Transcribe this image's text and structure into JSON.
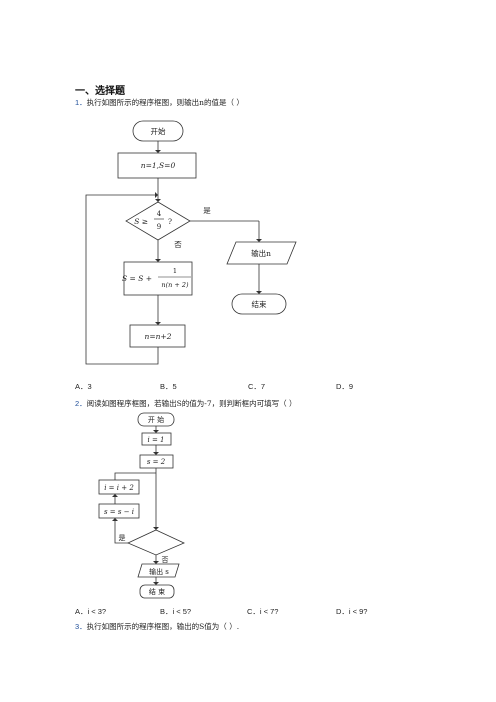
{
  "section_title": "一、选择题",
  "q1": {
    "num": "1．",
    "text": "执行如图所示的程序框图，则输出n的值是（    ）",
    "flow": {
      "start": "开始",
      "init": "n=1,S=0",
      "cond_left": "S ≥",
      "cond_num": "4",
      "cond_den": "9",
      "cond_q": "?",
      "yes": "是",
      "no": "否",
      "assign_left": "S = S +",
      "assign_num": "1",
      "assign_den": "n(n + 2)",
      "incr": "n=n+2",
      "output": "输出n",
      "end": "结束"
    },
    "options": [
      "A．3",
      "B．5",
      "C．7",
      "D．9"
    ]
  },
  "q2": {
    "num": "2．",
    "text": "阅读如图程序框图，若输出S的值为-7，则判断框内可填写（    ）",
    "flow": {
      "start": "开  始",
      "init_i": "i = 1",
      "init_s": "s = 2",
      "i_update": "i = i + 2",
      "s_update": "s = s − i",
      "yes": "是",
      "no": "否",
      "output": "输出 s",
      "end": "结  束"
    },
    "options": [
      "A．i < 3?",
      "B．i < 5?",
      "C．i < 7?",
      "D．i < 9?"
    ]
  },
  "q3": {
    "num": "3．",
    "text": "执行如图所示的程序框图，输出的S值为（    ）."
  }
}
